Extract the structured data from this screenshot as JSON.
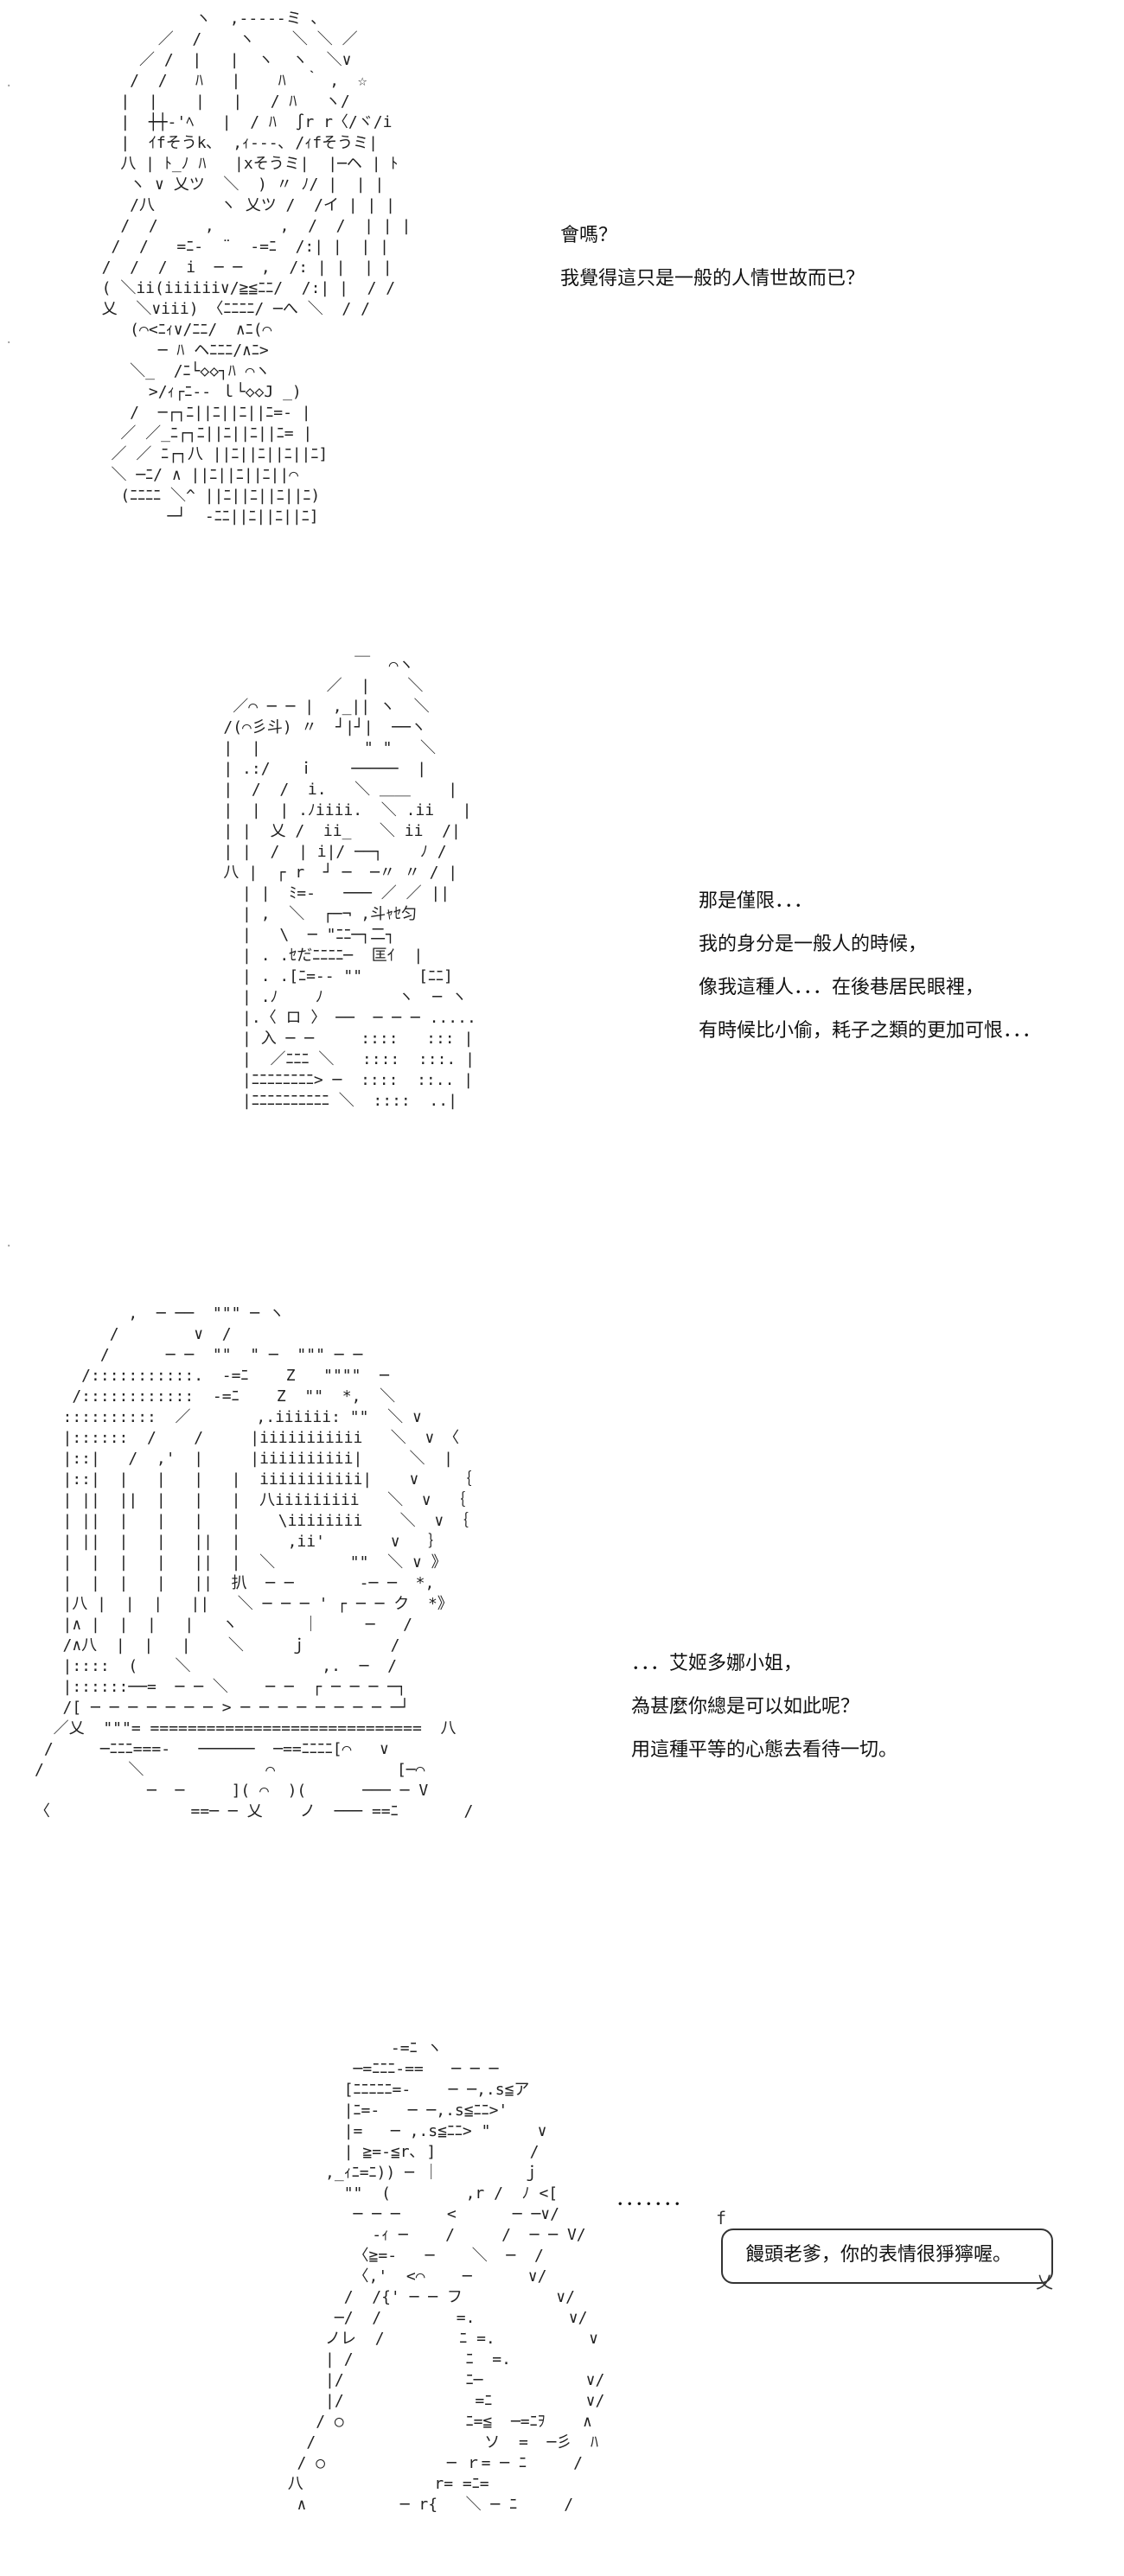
{
  "panels": [
    {
      "art": [
        "            ヽ  ,-----ミ ､",
        "        ／  /    ヽ    ＼ ＼ ／",
        "      ／ /  |   |  ヽ  ヽ  ＼∨",
        "     /  /   ﾊ   |    ﾊ  ｀ ,  ☆",
        "    |  |    |   |   / ﾊ   ヽ/",
        "    |  ┼┼‐'ﾍ   |  / ﾊ  ∫r r〈/ヾ/i",
        "    |  ｲfそうk､  ,ｨ‐‐‐､ /ｨfそうミ|",
        "    八 | ﾄ_ﾉ ﾊ   |xそうミ|  |─ヘ | ﾄ",
        "     ヽ ∨ 乂ツ  ＼  ) 〃 ﾉ/ |  | |",
        "     /八       ヽ 乂ツ /  /イ | | |",
        "    /  /     ,       ,  /  /  | | |",
        "   /  /   =ﾆ-  ¨  -=ﾆ  /:| |  | |",
        "  /  /  /  i  ─ ─  ,  /: | |  | |",
        "  ( ＼ii(iiiiii∨/≧≦ﾆﾆ/  /:| |  / /",
        "  乂  ＼∨iii) 〈ﾆﾆﾆﾆ/ ─へ ＼  / /",
        "     (⌒<ﾆｨ∨/ﾆﾆ/  ∧ﾆ(⌒",
        "        ─ ﾊ ヘﾆﾆﾆ/∧ﾆ>",
        "     ＼_  /ﾆ└◇◇┐ﾊ ⌒ヽ",
        "       >/ｨ┌ﾆ-- ｌ└◇◇J _)",
        "     /  ─┌┐ﾆ||ﾆ||ﾆ||ﾆ=- |",
        "    ／ ／_ﾆ┌┐ﾆ||ﾆ||ﾆ||ﾆ= |",
        "   ／ ／ ﾆ┌┐八 ||ﾆ||ﾆ||ﾆ||ﾆ]",
        "   ＼ ─ﾆ/ ∧ ||ﾆ||ﾆ||ﾆ||⌒",
        "    (ﾆﾆﾆﾆ ＼^ ||ﾆ||ﾆ||ﾆ||ﾆ)",
        "         ─┘  -ﾆﾆ||ﾆ||ﾆ||ﾆ]"
      ],
      "lines": [
        "會嗎？",
        "我覺得這只是一般的人情世故而已？"
      ]
    },
    {
      "art": [
        "                        ￣  ⌒ヽ",
        "                     ／  |    ＼",
        "           ／⌒ ─ ─ |  ,_|| ヽ  ＼",
        "          /(⌒彡斗) 〃  ┘|┘|  ──ヽ",
        "          |  |           \" \"   ＼",
        "          | .:/   ｉ    ─────  |",
        "          |  /  /  i.   ＼ ＿＿    |",
        "          |  |  | .ﾉiiii.  ＼ .ii   |",
        "          | |  乂 /  ii_   ＼ ii  /|",
        "          | |  /  | i|/ ──┐    ﾉ /",
        "          八 |  ┌ r  ┘ ─  ─〃 〃 / |",
        "            | |  ﾐ=-   ─── ／ ／ ||",
        "            | ,  ＼  ┌─¬ ,斗ｬｾ匀",
        "            |   \\  ─ \"ﾆﾆ─┐二┐",
        "            | . .ｾだﾆﾆﾆﾆ─  匡ｲ  |",
        "            | . .[ﾆ=-- \"\"      [ﾆﾆ]",
        "            | .ﾉ    ﾉ        ヽ  ─ ヽ",
        "            |.〈 ロ 〉 ──  ─ ─ ─ .....",
        "            | 入 ─ ─     ::::   ::: |",
        "            |  ／ﾆﾆﾆ ＼   ::::  :::. |",
        "            |ﾆﾆﾆﾆﾆﾆﾆﾆ> ─  ::::  ::.. |",
        "            |ﾆﾆﾆﾆﾆﾆﾆﾆﾆﾆ ＼  ::::  ..|"
      ],
      "lines": [
        "那是僅限．．．",
        "我的身分是一般人的時候，",
        "像我這種人．．．在後巷居民眼裡，",
        "有時候比小偷，耗子之類的更加可恨．．．"
      ]
    },
    {
      "art": [
        "          ,  ─ ──  \"\"\" ─ ヽ",
        "        /        ∨  /",
        "       /      ─ ─  \"\"  \" ─  \"\"\" ─ ─",
        "     /:::::::::::.  -=ﾆ    Z   \"\"\"\"  ─",
        "    /::::::::::::  -=ﾆ    Z  \"\"  *,  ＼",
        "   ::::::::::  ／       ,.iiiiii: \"\"  ＼ ∨",
        "   |::::::  /    /     |iiiiiiiiiii   ＼  ∨ 〈",
        "   |::|   /  ,'  |     |iiiiiiiiii|     ＼  |",
        "   |::|  |   |   |   |  iiiiiiiiiii|    ∨    ｛",
        "   | ||  ||  |   |   |  八iiiiiiiii   ＼  ∨  ｛",
        "   | ||  |   |   |   |    \\iiiiiiii    ＼  ∨ ｛",
        "   | ||  |   |   ||  |     ,ii'       ∨   ｝",
        "   |  |  |   |   ||  |  ＼        \"\"  ＼ ∨ 》",
        "   |  |  |   |   ||  扒  ─ ─       -─ ─  *,",
        "   |八 |  |  |   ||   ＼ ─ ─ ─ ' ┌ ─ ─ ク  *》",
        "   |∧ |  |  |   |   ヽ       ｜     ─   /",
        "   /∧八  |  |   |    ＼     ｊ         /",
        "   |::::  (    ＼              ,.  ─  /",
        "   |::::::──=  ─ ─ ＼    ─ ─  ┌ ─ ─ ─ ─┐",
        "   /[ ─ ─ ─ ─ ─ ─ ─ > ─ ─ ─ ─ ─ ─ ─ ─ ─┘",
        "  ／乂  \"\"\"= =============================  八",
        " /     ─ﾆﾆﾆ===-   ──────  ─==ﾆﾆﾆﾆ[⌒   ∨",
        "/         ＼             ⌒             [─⌒",
        "            ─  ─     ]( ⌒  )(      ─── ─ V",
        "〈               ==─ ─ 乂    ノ  ─── ==ﾆ       /"
      ],
      "lines": [
        "．．．艾姬多娜小姐，",
        "為甚麼你總是可以如此呢？",
        "用這種平等的心態去看待一切。"
      ]
    },
    {
      "art": [
        "                   -=ﾆ ヽ",
        "               ─=ﾆﾆﾆ-==   ─ ─ ─",
        "              [ﾆﾆﾆﾆﾆ=-    ─ ─,.s≦ア",
        "              |ﾆ=-   ─ ─,.s≦ﾆﾆ>'",
        "              |=   ─ ,.s≦ﾆﾆ> \"     ∨",
        "              | ≧=-≦r､ ]          /",
        "            ,_ｨﾆ=ﾆ)) ─ ｜         ｊ",
        "              \"\"  (        ,r /  ﾉ <[",
        "               ─ ─ ─     <      ─ ─∨/",
        "                 -ｨ ─    /     /  ─ ─ V/",
        "               〈≧=-   ─    ＼  ─  /",
        "               〈,'  <⌒    ─      ∨/",
        "              /  /{' ─ ─ フ          ∨/",
        "             ─/  /        =.          ∨/",
        "            ノレ  /        ﾆ =.          ∨",
        "            | /            ﾆ  =.",
        "            |/             ﾆ─           ∨/",
        "            |/              =ﾆ          ∨/",
        "           / ○             ﾆ=≦  ─=ﾆｦ    ∧",
        "          /                  ソ  =  ─彡  ﾊ",
        "         / ○             ─ ｒ= ─ ﾆ     /",
        "        八              r= =ﾆ=",
        "         ∧          ─ r{   ＼ ─ ﾆ     /"
      ],
      "dots": "．．．．．．．",
      "bubble_text": "饅頭老爹，你的表情很猙獰喔。"
    }
  ]
}
